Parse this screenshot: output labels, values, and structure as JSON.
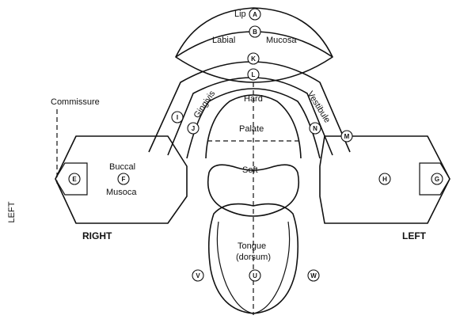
{
  "side_caption": "LEFT",
  "labels": {
    "lip": "Lip",
    "labial": "Labial",
    "mucosa": "Mucosa",
    "hard": "Hard",
    "palate": "Palate",
    "soft": "Soft",
    "gingivis": "Gingivis",
    "vestibule": "Vestibule",
    "commissure": "Commissure",
    "buccal": "Buccal",
    "musoca": "Musoca",
    "tongue": "Tongue",
    "dorsum": "(dorsum)",
    "right": "RIGHT",
    "left": "LEFT"
  },
  "markers": {
    "a": "A",
    "b": "B",
    "k": "K",
    "l": "L",
    "i": "I",
    "j": "J",
    "n": "N",
    "m": "M",
    "e": "E",
    "f": "F",
    "h": "H",
    "g": "G",
    "u": "U",
    "v": "V",
    "w": "W"
  }
}
